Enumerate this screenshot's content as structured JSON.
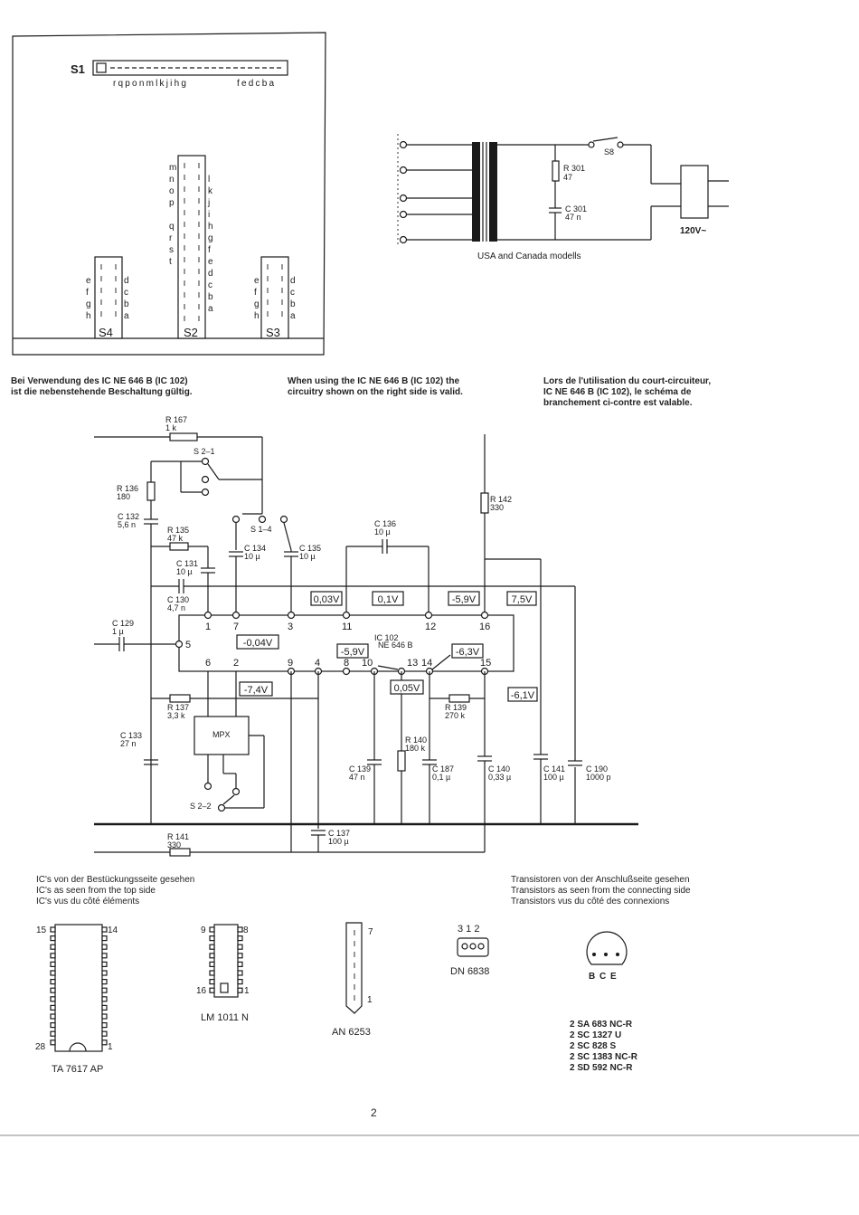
{
  "switch_panel": {
    "s1_label": "S1",
    "s1_letters_left": "rqponmlkjihg",
    "s1_letters_right": "fedcba",
    "s2_label": "S2",
    "s3_label": "S3",
    "s4_label": "S4",
    "s2_left_letters": [
      "m",
      "n",
      "o",
      "p",
      "",
      "q",
      "r",
      "s",
      "t",
      "",
      "",
      "",
      "",
      ""
    ],
    "s2_right_letters": [
      "",
      "l",
      "k",
      "j",
      "i",
      "h",
      "g",
      "f",
      "e",
      "d",
      "c",
      "b",
      "a",
      ""
    ],
    "s34_left_letters": [
      "",
      "e",
      "f",
      "g",
      "h"
    ],
    "s34_right_letters": [
      "",
      "d",
      "c",
      "b",
      "a"
    ]
  },
  "power": {
    "s8": "S8",
    "r301": "R 301",
    "r301_val": "47",
    "c301": "C 301",
    "c301_val": "47 n",
    "voltage": "120V~",
    "caption": "USA and Canada modells"
  },
  "paragraphs": {
    "de": [
      "Bei Verwendung des IC NE 646 B (IC 102)",
      "ist die nebenstehende Beschaltung gültig."
    ],
    "en": [
      "When using the IC NE 646 B (IC 102) the",
      "circuitry shown on the right side is valid."
    ],
    "fr": [
      "Lors de l'utilisation du court-circuiteur,",
      "IC NE 646 B (IC 102), le schéma de",
      "branchement ci-contre est valable."
    ]
  },
  "schematic": {
    "components": [
      {
        "ref": "R 167",
        "val": "1 k"
      },
      {
        "ref": "S 2–1",
        "val": ""
      },
      {
        "ref": "R 136",
        "val": "180"
      },
      {
        "ref": "C 132",
        "val": "5,6 n"
      },
      {
        "ref": "R 135",
        "val": "47 k"
      },
      {
        "ref": "S 1–4",
        "val": ""
      },
      {
        "ref": "C 134",
        "val": "10 µ"
      },
      {
        "ref": "C 135",
        "val": "10 µ"
      },
      {
        "ref": "C 131",
        "val": "10 µ"
      },
      {
        "ref": "C 136",
        "val": "10 µ"
      },
      {
        "ref": "R 142",
        "val": "330"
      },
      {
        "ref": "C 130",
        "val": "4,7 n"
      },
      {
        "ref": "C 129",
        "val": "1 µ"
      },
      {
        "ref": "R 137",
        "val": "3,3 k"
      },
      {
        "ref": "R 139",
        "val": "270 k"
      },
      {
        "ref": "R 140",
        "val": "180 k"
      },
      {
        "ref": "C 133",
        "val": "27 n"
      },
      {
        "ref": "C 139",
        "val": "47 n"
      },
      {
        "ref": "C 187",
        "val": "0,1 µ"
      },
      {
        "ref": "C 140",
        "val": "0,33 µ"
      },
      {
        "ref": "C 141",
        "val": "100 µ"
      },
      {
        "ref": "C 190",
        "val": "1000 p"
      },
      {
        "ref": "C 137",
        "val": "100 µ"
      },
      {
        "ref": "R 141",
        "val": "330"
      },
      {
        "ref": "S 2–2",
        "val": ""
      }
    ],
    "voltages": [
      "0,03V",
      "0,1V",
      "-5,9V",
      "7,5V",
      "-0,04V",
      "-5,9V",
      "-6,3V",
      "-7,4V",
      "0,05V",
      "-6,1V"
    ],
    "ic_ref": "IC 102",
    "ic_type": "NE 646 B",
    "mpx": "MPX",
    "pins_top": [
      "1",
      "7",
      "3",
      "11",
      "12",
      "16"
    ],
    "pins_bottom": [
      "6",
      "2",
      "9",
      "4",
      "8",
      "10",
      "13",
      "14",
      "15"
    ],
    "pin5": "5"
  },
  "ic_captions": [
    "IC's von der Bestückungsseite gesehen",
    "IC's as seen from the top side",
    "IC's vus du côté éléments"
  ],
  "transistor_captions": [
    "Transistoren von der Anschlußseite gesehen",
    "Transistors as seen from the connecting side",
    "Transistors vus du côté des connexions"
  ],
  "ics": [
    {
      "name": "TA 7617 AP",
      "pins": [
        "15",
        "14",
        "28",
        "1"
      ]
    },
    {
      "name": "LM 1011 N",
      "pins": [
        "9",
        "8",
        "16",
        "1"
      ]
    },
    {
      "name": "AN 6253",
      "pins": [
        "7",
        "1"
      ]
    },
    {
      "name": "DN 6838",
      "pins": [
        "3 1 2"
      ]
    }
  ],
  "transistor_pins": "B C E",
  "transistors": [
    "2 SA 683 NC-R",
    "2 SC 1327 U",
    "2 SC  828 S",
    "2 SC 1383 NC-R",
    "2 SD  592 NC-R"
  ],
  "page_number": "2"
}
